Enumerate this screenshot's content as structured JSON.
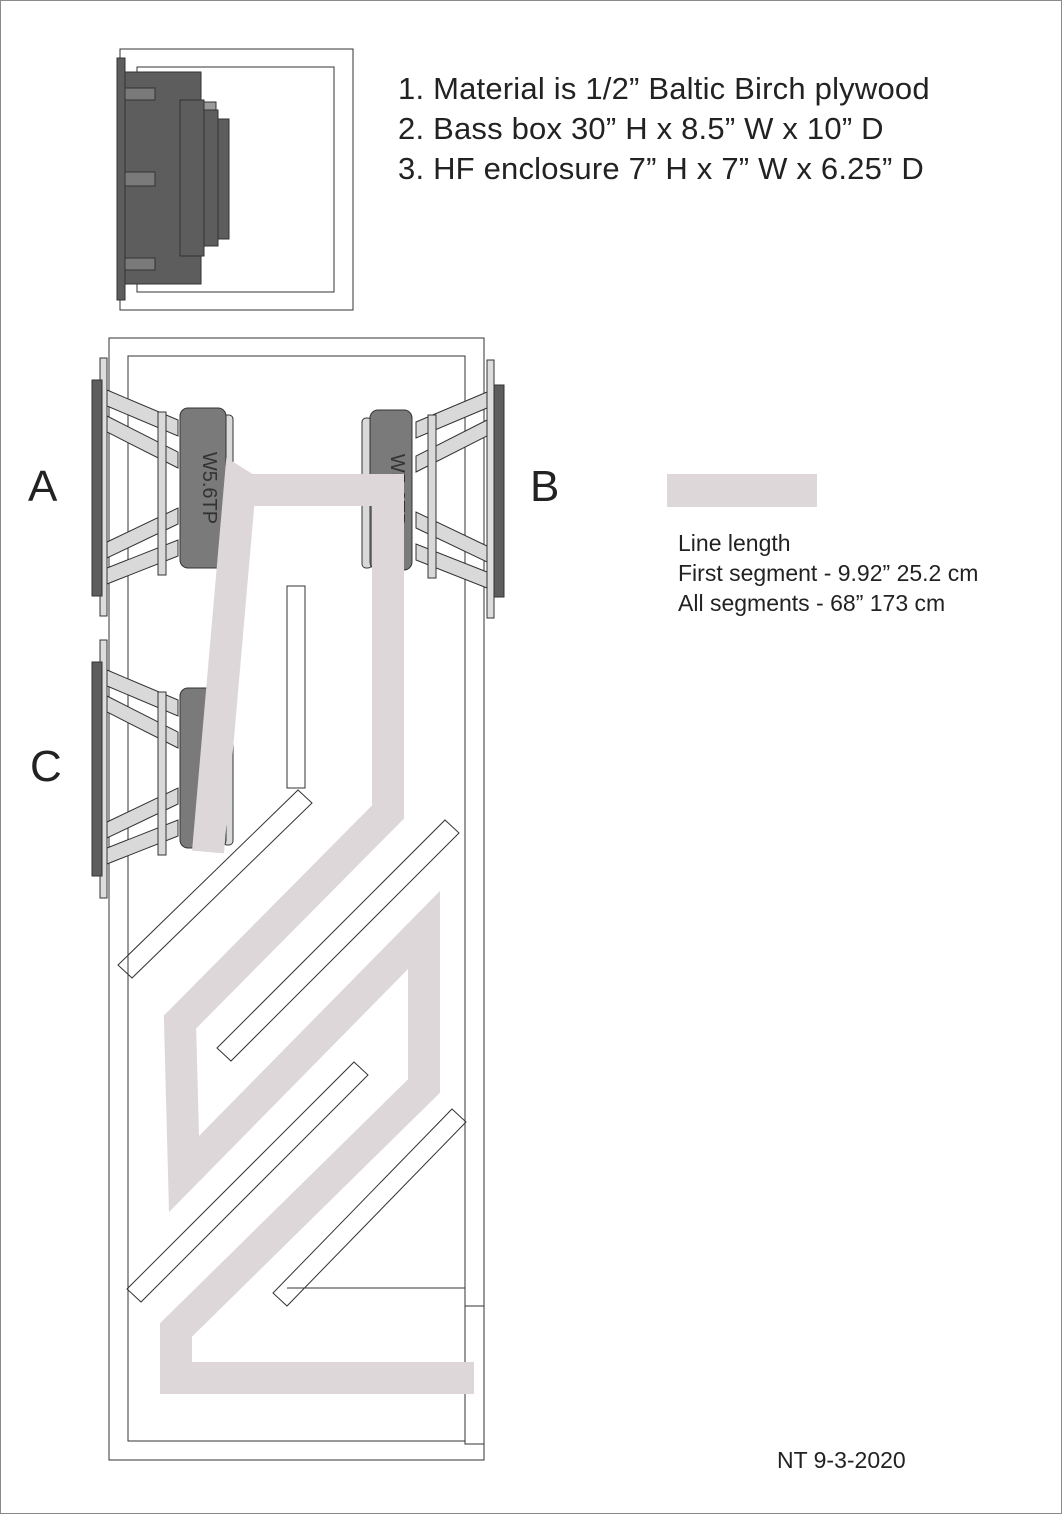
{
  "notes": [
    "1. Material is 1/2” Baltic Birch plywood",
    "2. Bass box 30” H x 8.5” W x 10” D",
    "3. HF enclosure 7” H x 7” W x 6.25” D"
  ],
  "driver_labels": {
    "a": "A",
    "b": "B",
    "c": "C"
  },
  "driver_model": "W5.6TP",
  "legend": {
    "title": "Line length",
    "first_segment": "First segment - 9.92” 25.2 cm",
    "all_segments": "All segments - 68” 173 cm"
  },
  "author_date": "NT 9-3-2020",
  "colors": {
    "line_path": "#ddd7d9",
    "driver_dark": "#5d5d5d",
    "driver_mid": "#7a7a7a",
    "frame_light": "#d9d9d9",
    "outline": "#333333"
  }
}
